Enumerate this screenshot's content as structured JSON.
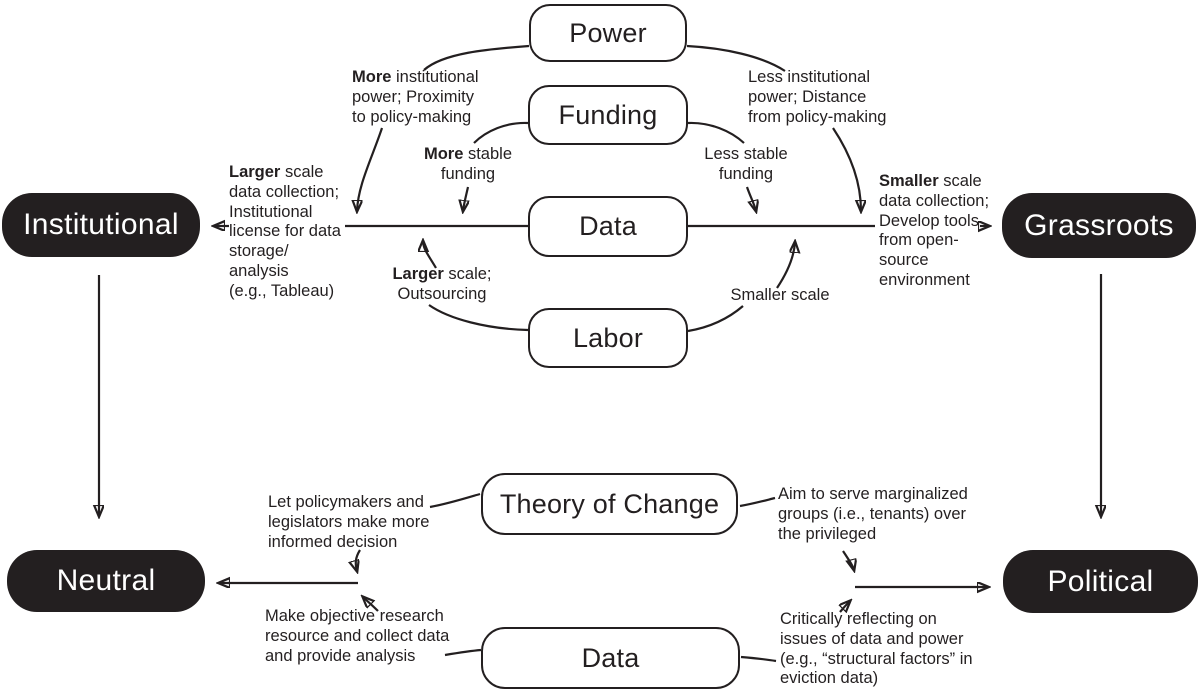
{
  "nodes": {
    "institutional": "Institutional",
    "grassroots": "Grassroots",
    "neutral": "Neutral",
    "political": "Political",
    "power": "Power",
    "funding": "Funding",
    "data_top": "Data",
    "labor": "Labor",
    "theory_of_change": "Theory of Change",
    "data_bottom": "Data"
  },
  "annotations": {
    "larger_scale_collection": {
      "lines": [
        {
          "b": "Larger",
          "t": " scale"
        },
        {
          "t": "data collection;"
        },
        {
          "t": "Institutional"
        },
        {
          "t": "license for data"
        },
        {
          "t": "storage/"
        },
        {
          "t": "analysis"
        },
        {
          "t": "(e.g., Tableau)"
        }
      ]
    },
    "more_institutional_power": {
      "lines": [
        {
          "b": "More",
          "t": " institutional"
        },
        {
          "t": "power; Proximity"
        },
        {
          "t": "to policy-making"
        }
      ]
    },
    "more_stable_funding": {
      "lines": [
        {
          "b": "More",
          "t": " stable"
        },
        {
          "t": "funding"
        }
      ]
    },
    "larger_scale_outsourcing": {
      "lines": [
        {
          "b": "Larger",
          "t": " scale;"
        },
        {
          "t": "Outsourcing"
        }
      ]
    },
    "less_institutional_power": {
      "lines": [
        {
          "t": "Less institutional"
        },
        {
          "t": "power; Distance"
        },
        {
          "t": "from policy-making"
        }
      ]
    },
    "less_stable_funding": {
      "lines": [
        {
          "t": "Less stable"
        },
        {
          "t": "funding"
        }
      ]
    },
    "smaller_scale": {
      "lines": [
        {
          "t": "Smaller scale"
        }
      ]
    },
    "smaller_scale_collection": {
      "lines": [
        {
          "b": "Smaller",
          "t": " scale"
        },
        {
          "t": "data collection;"
        },
        {
          "t": "Develop tools"
        },
        {
          "t": "from open-"
        },
        {
          "t": "source"
        },
        {
          "t": "environment"
        }
      ]
    },
    "let_policymakers": {
      "lines": [
        {
          "t": "Let policymakers and"
        },
        {
          "t": "legislators make more"
        },
        {
          "t": "informed decision"
        }
      ]
    },
    "make_objective": {
      "lines": [
        {
          "t": "Make objective research"
        },
        {
          "t": "resource and collect data"
        },
        {
          "t": "and provide analysis"
        }
      ]
    },
    "aim_to_serve": {
      "lines": [
        {
          "t": "Aim to serve marginalized"
        },
        {
          "t": "groups (i.e., tenants) over"
        },
        {
          "t": "the privileged"
        }
      ]
    },
    "critically_reflecting": {
      "lines": [
        {
          "t": "Critically reflecting on"
        },
        {
          "t": "issues of data and power"
        },
        {
          "t": "(e.g., “structural factors” in"
        },
        {
          "t": "eviction data)"
        }
      ]
    }
  },
  "colors": {
    "ink": "#231f20",
    "background": "#ffffff"
  }
}
